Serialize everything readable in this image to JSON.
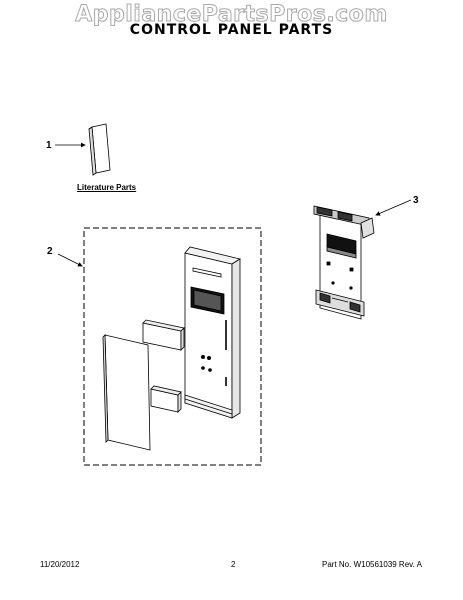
{
  "watermark": "AppliancePartsPros.com",
  "title": "CONTROL PANEL PARTS",
  "callouts": {
    "one": "1",
    "two": "2",
    "three": "3"
  },
  "literature_label": "Literature Parts",
  "footer": {
    "date": "11/20/2012",
    "page": "2",
    "part_number": "Part No. W10561039  Rev. A"
  }
}
